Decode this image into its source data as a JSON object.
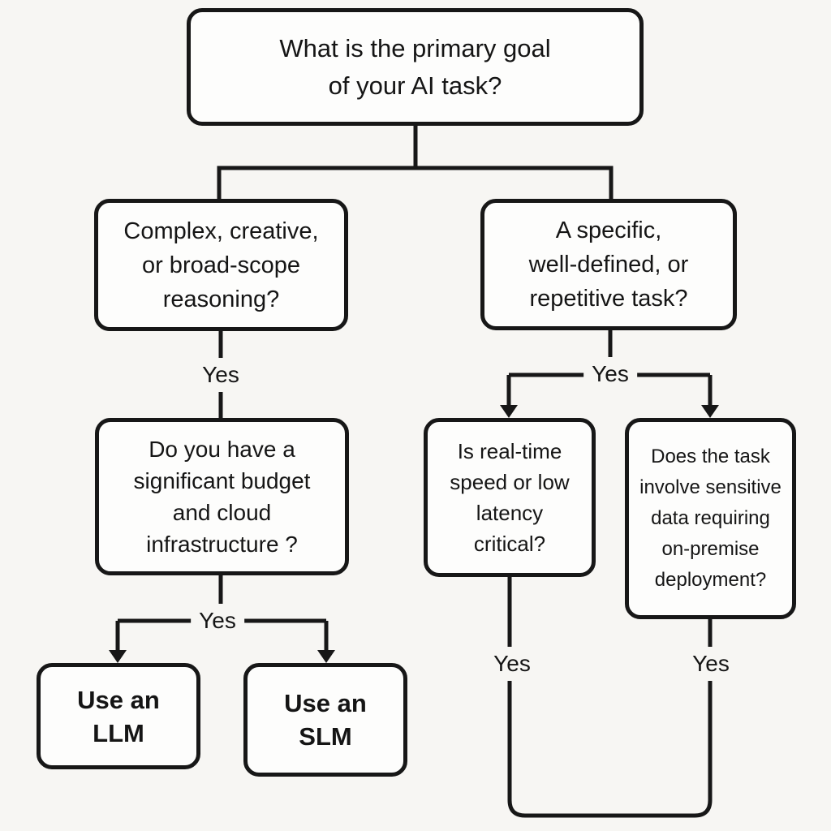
{
  "flowchart": {
    "root_question": "What is the primary goal\nof your AI task?",
    "left_question": "Complex, creative,\nor broad-scope\nreasoning?",
    "right_question": "A specific,\nwell-defined, or\nrepetitive task?",
    "budget_question": "Do you have a\nsignificant budget\nand cloud\ninfrastructure ?",
    "latency_question": "Is real-time\nspeed or low\nlatency\ncritical?",
    "sensitive_question": "Does the task\ninvolve sensitive\ndata requiring\non-premise\ndeployment?",
    "llm_result": "Use an\nLLM",
    "slm_result": "Use an\nSLM",
    "edge_labels": {
      "left_yes": "Yes",
      "right_yes": "Yes",
      "budget_yes": "Yes",
      "latency_yes": "Yes",
      "sensitive_yes": "Yes"
    },
    "colors": {
      "background": "#f7f6f3",
      "line": "#171717",
      "box_fill": "#fdfdfc",
      "text": "#151515"
    }
  }
}
